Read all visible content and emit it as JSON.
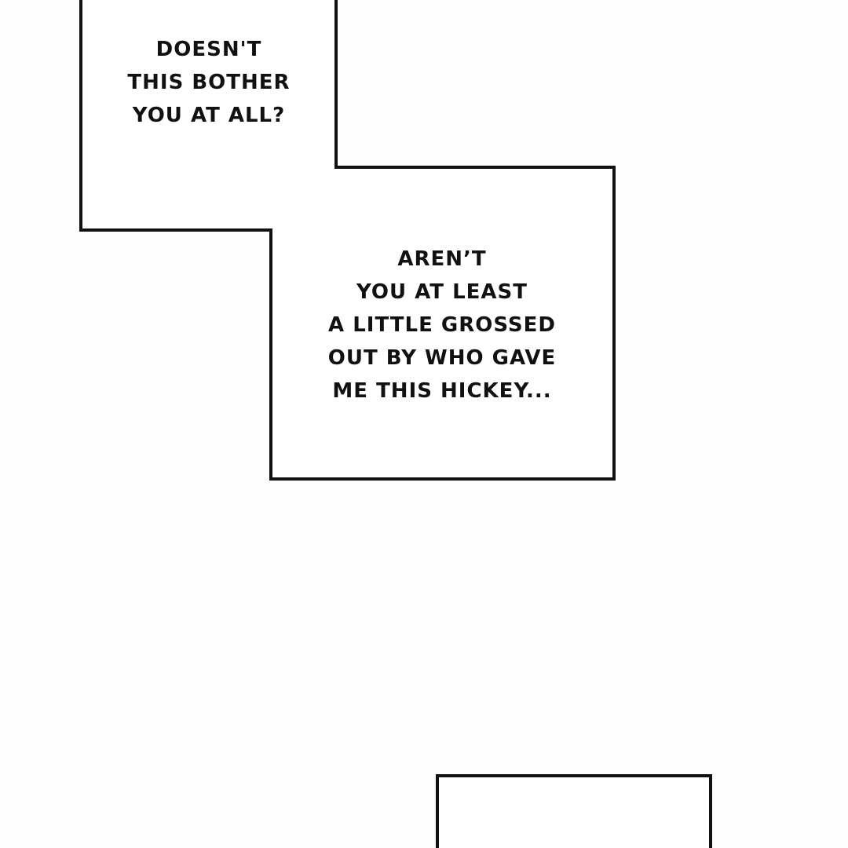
{
  "speech_1": {
    "lines": [
      "DOESN'T",
      "THIS BOTHER",
      "YOU AT ALL?"
    ]
  },
  "speech_2": {
    "lines": [
      "AREN’T",
      "YOU AT LEAST",
      "A LITTLE GROSSED",
      "OUT BY WHO GAVE",
      "ME THIS HICKEY..."
    ]
  },
  "colors": {
    "background": "#fdfdfd",
    "border": "#111111",
    "text": "#111111"
  }
}
